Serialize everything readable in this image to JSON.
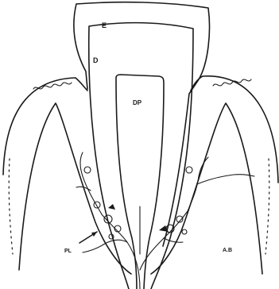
{
  "labels": {
    "enamel": "E",
    "dentin": "D",
    "dental_pulp": "DP",
    "periodontal_ligament": "PL",
    "alveolar_bone": "A.B"
  },
  "colors": {
    "ink": "#1a1a1a",
    "background": "#ffffff"
  }
}
